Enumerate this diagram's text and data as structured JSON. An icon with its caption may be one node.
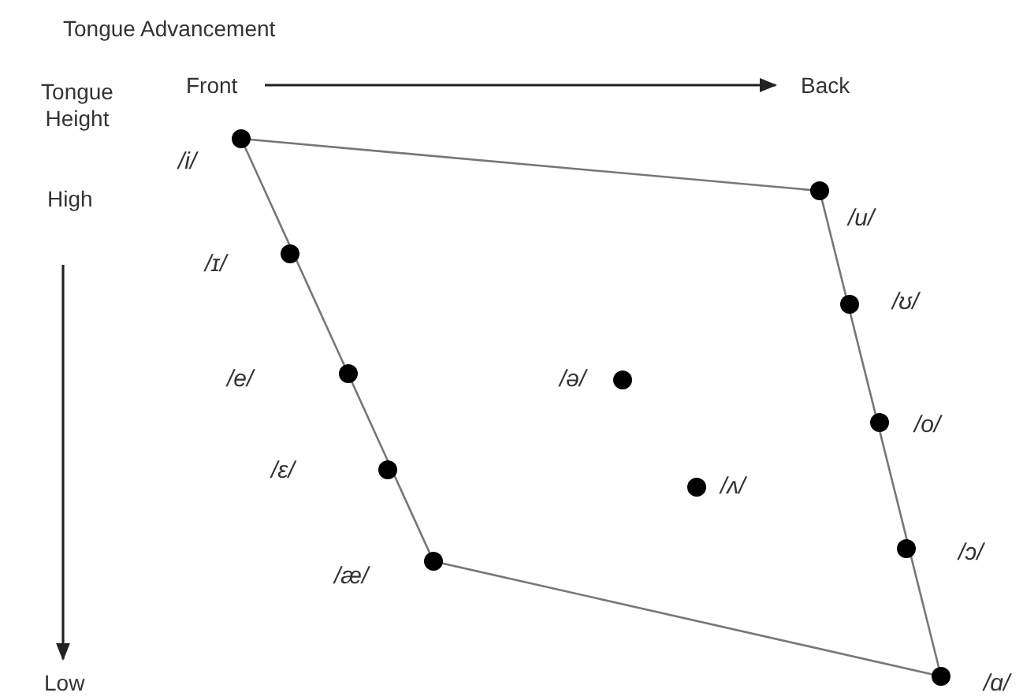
{
  "diagram": {
    "labels": [
      "Tongue Advancement",
      "Front",
      "Back",
      "Tongue Height",
      "/i/",
      "High",
      "/u/",
      "/ɪ/",
      "/ʊ/",
      "/e/",
      "/ə/",
      "/o/",
      "/ɛ/",
      "/ʌ/",
      "/ɔ/",
      "/æ/",
      "/ɑ/",
      "Low"
    ]
  }
}
